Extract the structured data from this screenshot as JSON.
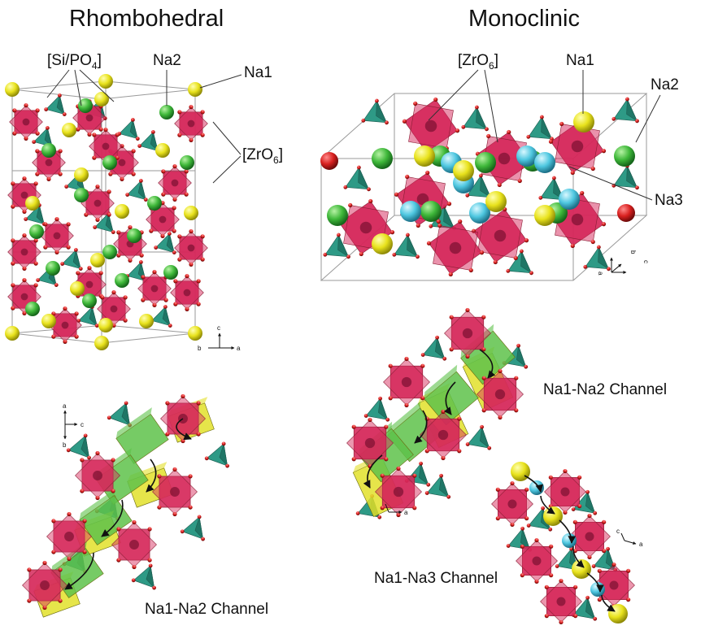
{
  "titles": {
    "rhombohedral": "Rhombohedral",
    "monoclinic": "Monoclinic"
  },
  "labels": {
    "left_sipo4_main": "[Si/PO",
    "left_sipo4_sub": "4",
    "left_sipo4_end": "]",
    "left_na2": "Na2",
    "left_na1": "Na1",
    "left_zro6_main": "[ZrO",
    "left_zro6_sub": "6",
    "left_zro6_end": "]",
    "right_zro6_main": "[ZrO",
    "right_zro6_sub": "6",
    "right_zro6_end": "]",
    "right_na1": "Na1",
    "right_na2": "Na2",
    "right_na3": "Na3"
  },
  "channels": {
    "left_na1_na2": "Na1-Na2 Channel",
    "right_na1_na2": "Na1-Na2 Channel",
    "right_na1_na3": "Na1-Na3 Channel"
  },
  "axes": {
    "rh_top": {
      "b": "b",
      "c": "c",
      "a": "a"
    },
    "mono_top": {
      "b": "b",
      "c": "c",
      "a": "a"
    },
    "rh_bottom": {
      "a": "a",
      "c": "c",
      "b": "b"
    },
    "mono_na12": {
      "a": "a"
    },
    "mono_na13": {
      "c": "c",
      "a": "a"
    }
  },
  "colors": {
    "zro6_octahedra": "#d6285a",
    "sipo4_tetrahedra": "#2e9a86",
    "na1_yellow": "#e8e21c",
    "na2_green": "#3fb83a",
    "na3_cyan": "#4ec7e0",
    "oxygen_red": "#d8201f",
    "path_green": "#5ec24a",
    "path_yellow": "#e2e02a"
  }
}
